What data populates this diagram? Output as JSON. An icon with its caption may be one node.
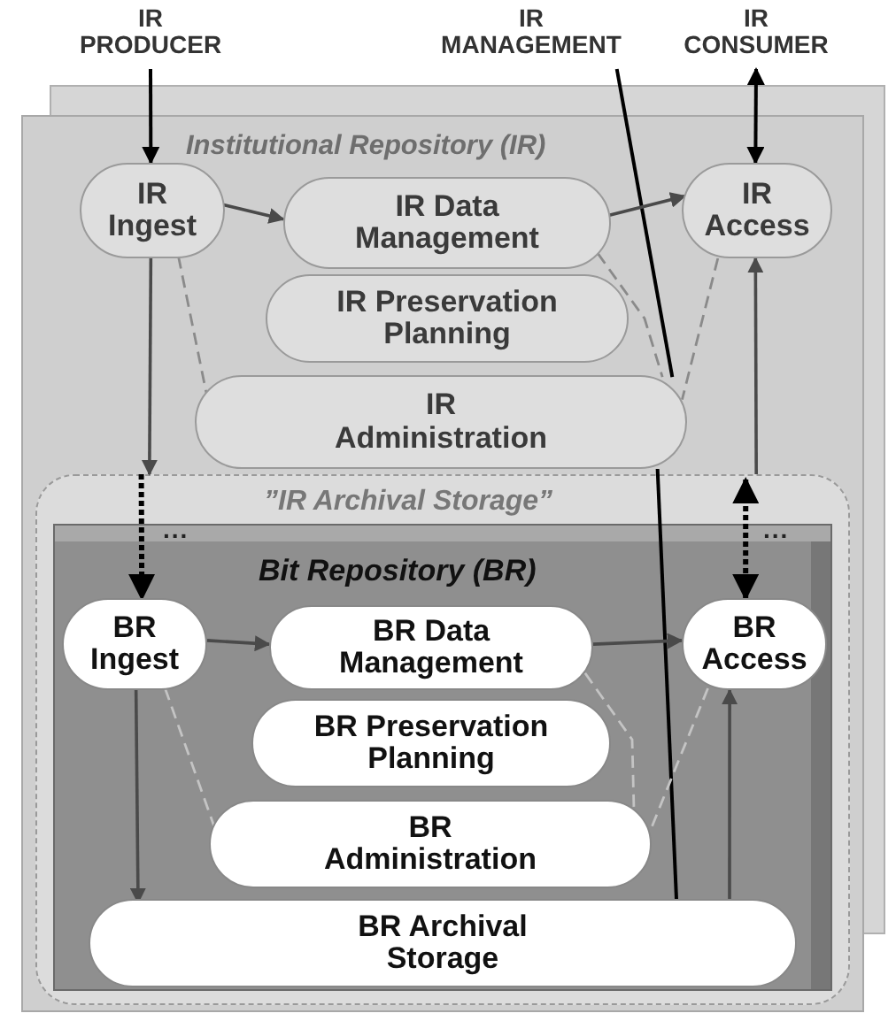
{
  "diagram": {
    "nodes": [
      {
        "text": [
          "IR PRODUCER"
        ]
      },
      {
        "text": [
          "IR MANAGEMENT"
        ]
      },
      {
        "text": [
          "IR CONSUMER"
        ]
      },
      {
        "text": [
          "Institutional Repository (IR)"
        ]
      },
      {
        "text": [
          "IR Ingest"
        ],
        "in": 3
      },
      {
        "text": [
          "IR Data Management"
        ],
        "in": 3
      },
      {
        "text": [
          "IR Preservation Planning"
        ],
        "in": 3
      },
      {
        "text": [
          "IR Administration"
        ],
        "in": 3
      },
      {
        "text": [
          "IR Access"
        ],
        "in": 3
      },
      {
        "text": [
          "”IR Archival Storage”"
        ],
        "in": 3
      },
      {
        "text": [
          "Bit Repository (BR)"
        ],
        "in": 9
      },
      {
        "text": [
          "BR Ingest"
        ],
        "in": 10
      },
      {
        "text": [
          "BR Data Management"
        ],
        "in": 10
      },
      {
        "text": [
          "BR Preservation Planning"
        ],
        "in": 10
      },
      {
        "text": [
          "BR Administration"
        ],
        "in": 10
      },
      {
        "text": [
          "BR Access"
        ],
        "in": 10
      },
      {
        "text": [
          "BR Archival Storage"
        ],
        "in": 10
      }
    ],
    "edges": [
      {
        "from": 0,
        "to": 4,
        "arrow": "to",
        "color": "#000000"
      },
      {
        "from": 2,
        "to": 8,
        "arrow": "both",
        "color": "#000000"
      },
      {
        "from": 1,
        "to": 7,
        "arrow": "none",
        "color": "#000000"
      },
      {
        "from": 4,
        "to": 5,
        "arrow": "to"
      },
      {
        "from": 5,
        "to": 8,
        "arrow": "to"
      },
      {
        "from": 4,
        "to": 7,
        "arrow": "none",
        "style": "dashed",
        "color": "#8a8a8a"
      },
      {
        "from": 5,
        "to": 7,
        "arrow": "none",
        "style": "dashed",
        "color": "#8a8a8a"
      },
      {
        "from": 8,
        "to": 7,
        "arrow": "none",
        "style": "dashed",
        "color": "#8a8a8a"
      },
      {
        "from": 4,
        "to": 9,
        "arrow": "to"
      },
      {
        "from": 9,
        "to": 11,
        "arrow": "to",
        "style": "dashed",
        "color": "#000000"
      },
      {
        "from": 9,
        "to": 8,
        "arrow": "to"
      },
      {
        "from": 9,
        "to": 15,
        "arrow": "both",
        "style": "dashed",
        "color": "#000000"
      },
      {
        "from": 7,
        "to": 16,
        "arrow": "none",
        "color": "#000000"
      },
      {
        "from": 11,
        "to": 12,
        "arrow": "to"
      },
      {
        "from": 12,
        "to": 15,
        "arrow": "to"
      },
      {
        "from": 11,
        "to": 16,
        "arrow": "to"
      },
      {
        "from": 16,
        "to": 15,
        "arrow": "to"
      },
      {
        "from": 11,
        "to": 14,
        "arrow": "none",
        "style": "dashed",
        "color": "#c4c4c4"
      },
      {
        "from": 12,
        "to": 14,
        "arrow": "none",
        "style": "dashed",
        "color": "#c4c4c4"
      },
      {
        "from": 15,
        "to": 14,
        "arrow": "none",
        "style": "dashed",
        "color": "#c4c4c4"
      }
    ],
    "labels": [
      "...",
      "..."
    ]
  }
}
